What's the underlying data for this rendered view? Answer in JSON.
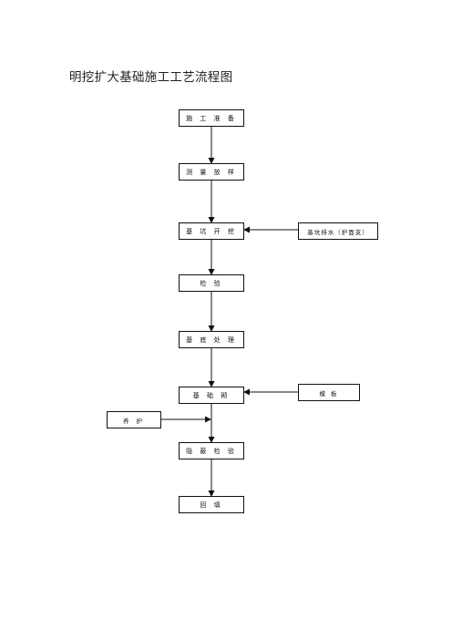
{
  "title": "明挖扩大基础施工工艺流程图",
  "nodes": {
    "n1": "施 工 准 备",
    "n2": "测 量 放 样",
    "n3": "基 坑 开 挖",
    "n4": "检      验",
    "n5": "基 底 处 理",
    "n6": "基 础 砌",
    "n7": "隐 蔽 检 验",
    "n8": "回      填",
    "s1": "基坑排水（护面支）",
    "s2": "模      板",
    "s3": "养   护"
  }
}
